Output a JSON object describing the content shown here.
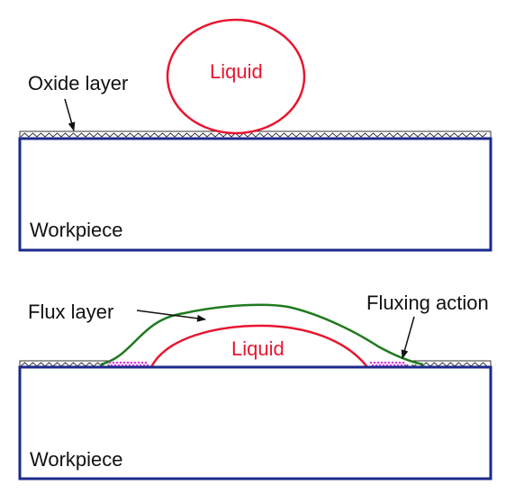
{
  "top_panel": {
    "liquid_label": "Liquid",
    "oxide_label": "Oxide layer",
    "workpiece_label": "Workpiece"
  },
  "bottom_panel": {
    "flux_label": "Flux layer",
    "fluxing_label": "Fluxing action",
    "liquid_label": "Liquid",
    "workpiece_label": "Workpiece"
  },
  "colors": {
    "workpiece_border": "#1c2a8c",
    "liquid": "#e8162f",
    "flux": "#1f7a1f",
    "oxide": "#333333",
    "fluxing_dots": "#d63fe0",
    "text": "#111111"
  }
}
